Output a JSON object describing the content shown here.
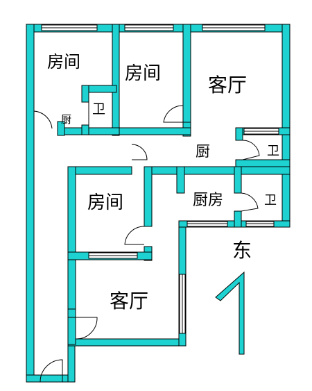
{
  "colors": {
    "wall": "#1ed2d2",
    "background": "#ffffff",
    "line": "#000000"
  },
  "labels": {
    "bedroom_top_left": "房间",
    "bedroom_top_middle": "房间",
    "living_room_top": "客厅",
    "bath_top_left": "卫",
    "kitchen_top_left": "厨",
    "kitchen_center": "厨",
    "bath_right_upper": "卫",
    "bedroom_lower": "房间",
    "kitchen_lower": "厨房",
    "bath_right_lower": "卫",
    "living_room_lower": "客厅",
    "compass_east": "东"
  },
  "north_arrow_icon": "north-arrow-icon"
}
